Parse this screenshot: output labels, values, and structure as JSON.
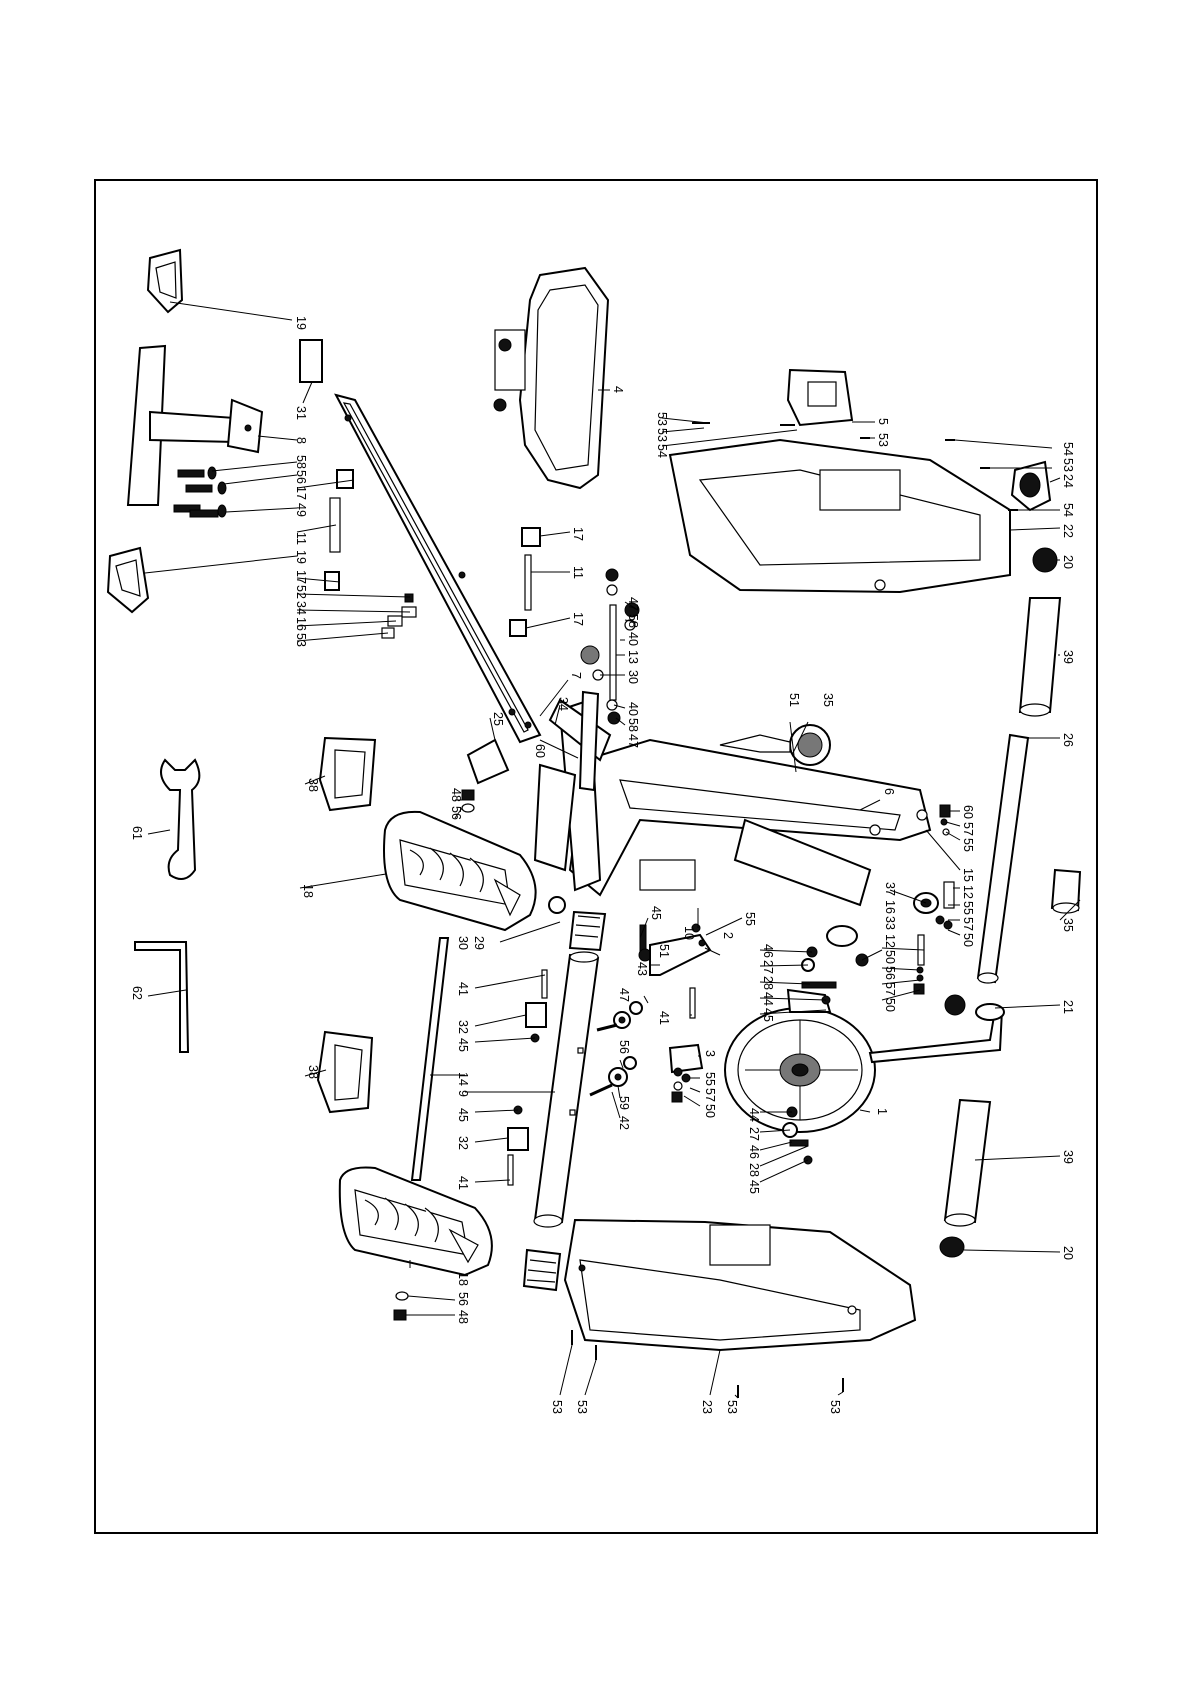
{
  "diagram": {
    "kind": "exploded-parts-view",
    "orientation": "rotated-90-clockwise",
    "labels": [
      "19",
      "31",
      "8",
      "58",
      "56",
      "17",
      "49",
      "11",
      "19",
      "17",
      "52",
      "34",
      "16",
      "53",
      "4",
      "53",
      "53",
      "54",
      "5",
      "53",
      "54",
      "53",
      "24",
      "54",
      "22",
      "20",
      "17",
      "11",
      "17",
      "47",
      "58",
      "40",
      "13",
      "30",
      "40",
      "58",
      "47",
      "34",
      "7",
      "25",
      "60",
      "38",
      "61",
      "18",
      "48",
      "56",
      "35",
      "51",
      "6",
      "60",
      "57",
      "55",
      "15",
      "12",
      "55",
      "57",
      "50",
      "37",
      "16",
      "33",
      "12",
      "50",
      "56",
      "57",
      "50",
      "26",
      "39",
      "35",
      "45",
      "55",
      "10",
      "2",
      "51",
      "46",
      "27",
      "28",
      "44",
      "45",
      "43",
      "30",
      "29",
      "41",
      "32",
      "45",
      "47",
      "41",
      "62",
      "38",
      "14",
      "9",
      "45",
      "56",
      "32",
      "41",
      "59",
      "42",
      "3",
      "55",
      "57",
      "50",
      "21",
      "1",
      "44",
      "27",
      "46",
      "28",
      "45",
      "39",
      "20",
      "18",
      "56",
      "48",
      "53",
      "53",
      "23",
      "53",
      "53"
    ]
  }
}
